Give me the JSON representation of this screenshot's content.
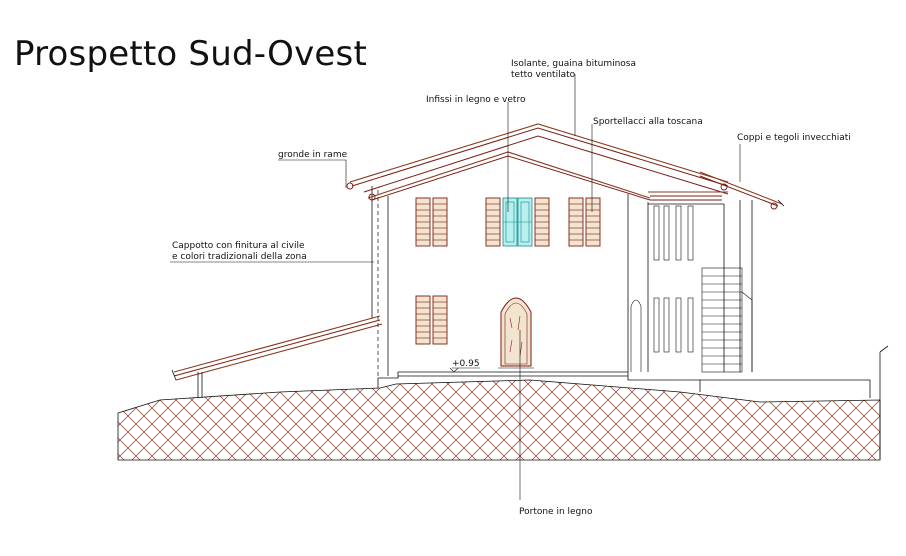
{
  "title": "Prospetto Sud-Ovest",
  "labels": {
    "isolante_1": "Isolante, guaina bituminosa",
    "isolante_2": "tetto ventilato",
    "infissi": "Infissi in legno e vetro",
    "sportellacci": "Sportellacci alla toscana",
    "coppi": "Coppi e tegoli invecchiati",
    "gronde": "gronde in rame",
    "cappotto_1": "Cappotto con finitura al civile",
    "cappotto_2": "e colori tradizionali della zona",
    "quota": "+0.95",
    "portone": "Portone in legno"
  },
  "colors": {
    "roof": "#7a1e14",
    "glass": "#b7f0ee",
    "shutter": "#f3e4cf",
    "line": "#111111"
  }
}
